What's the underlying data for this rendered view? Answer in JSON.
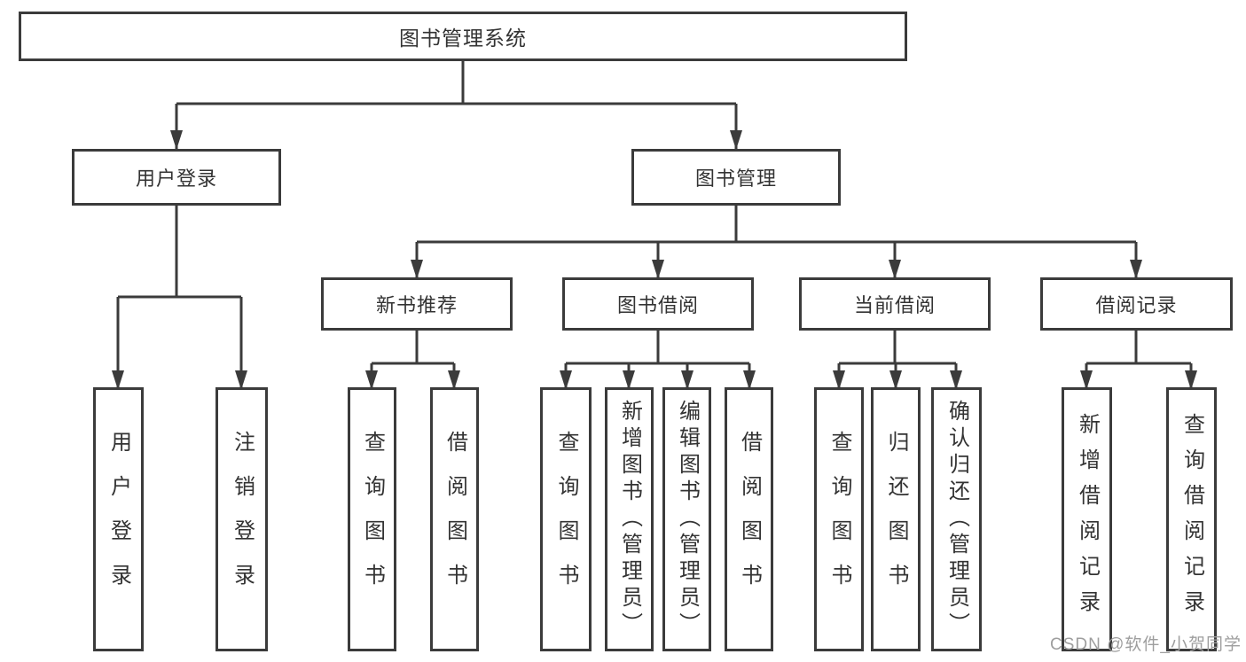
{
  "diagram": {
    "type": "tree",
    "hierarchy": {
      "label": "图书管理系统",
      "children": [
        {
          "label": "用户登录",
          "children": [
            {
              "label": "用户登录"
            },
            {
              "label": "注销登录"
            }
          ]
        },
        {
          "label": "图书管理",
          "children": [
            {
              "label": "新书推荐",
              "children": [
                {
                  "label": "查询图书"
                },
                {
                  "label": "借阅图书"
                }
              ]
            },
            {
              "label": "图书借阅",
              "children": [
                {
                  "label": "查询图书"
                },
                {
                  "label": "新增图书（管理员）"
                },
                {
                  "label": "编辑图书（管理员）"
                },
                {
                  "label": "借阅图书"
                }
              ]
            },
            {
              "label": "当前借阅",
              "children": [
                {
                  "label": "查询图书"
                },
                {
                  "label": "归还图书"
                },
                {
                  "label": "确认归还（管理员）"
                }
              ]
            },
            {
              "label": "借阅记录",
              "children": [
                {
                  "label": "新增借阅记录"
                },
                {
                  "label": "查询借阅记录"
                }
              ]
            }
          ]
        }
      ]
    },
    "colors": {
      "line": "#3b3b3b",
      "text": "#333333",
      "box_fill": "#ffffff",
      "background": "#ffffff",
      "watermark": "#9e9e9e"
    }
  },
  "watermark": {
    "text": "CSDN @软件_小贺同学"
  }
}
